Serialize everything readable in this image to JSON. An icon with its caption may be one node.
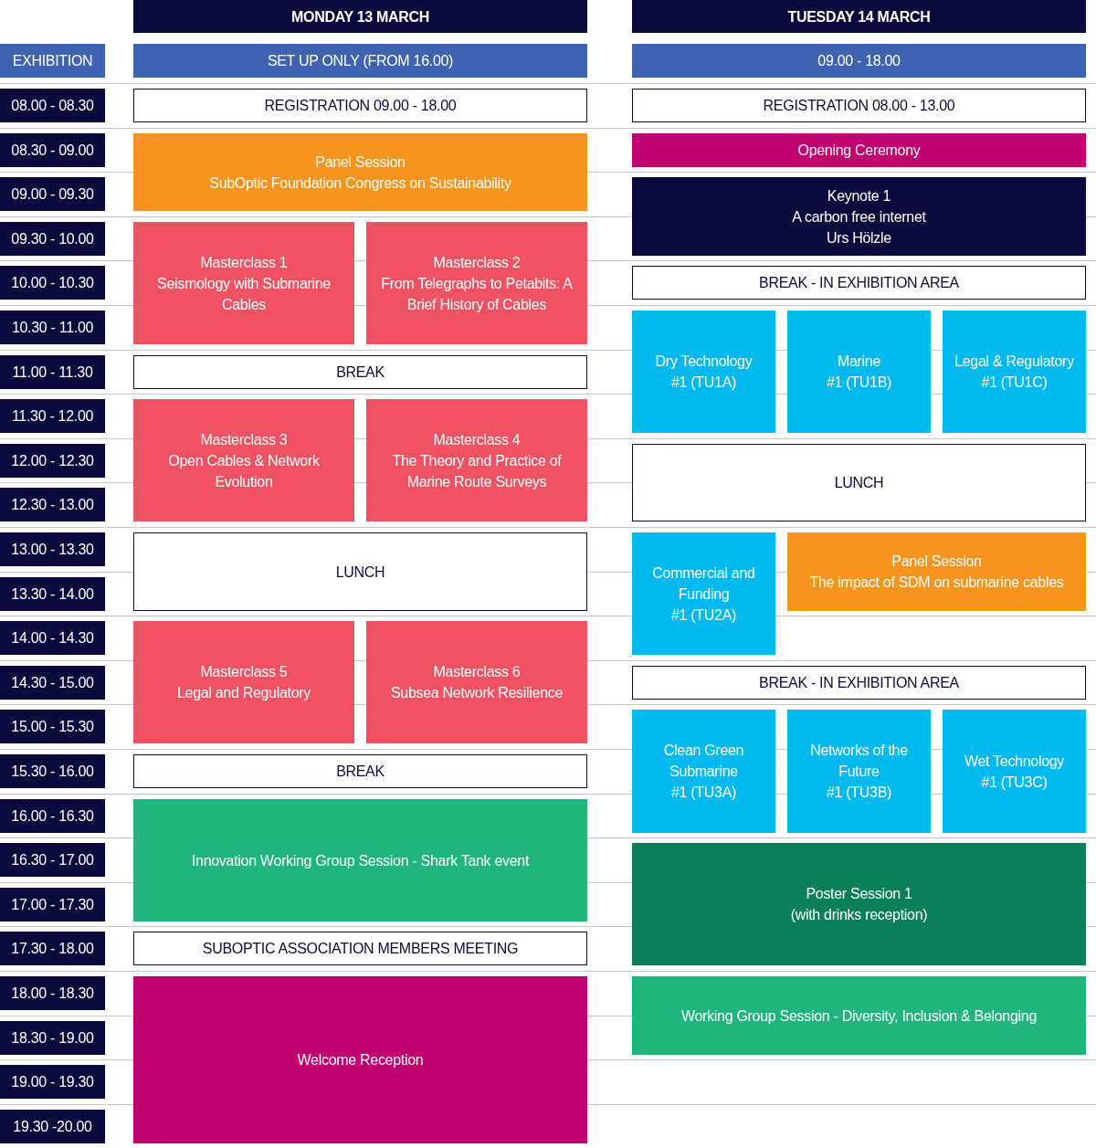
{
  "diagram": {
    "nodes": [
      {
        "text": [
          "MONDAY 13 MARCH"
        ]
      },
      {
        "text": [
          "TUESDAY 14 MARCH"
        ]
      },
      {
        "text": [
          "EXHIBITION"
        ]
      },
      {
        "text": [
          "SET UP ONLY (FROM 16.00)"
        ]
      },
      {
        "text": [
          "09.00 - 18.00"
        ]
      },
      {
        "text": [
          "08.00 - 08.30"
        ]
      },
      {
        "text": [
          "08.30 - 09.00"
        ]
      },
      {
        "text": [
          "09.00 - 09.30"
        ]
      },
      {
        "text": [
          "09.30 - 10.00"
        ]
      },
      {
        "text": [
          "10.00 - 10.30"
        ]
      },
      {
        "text": [
          "10.30 - 11.00"
        ]
      },
      {
        "text": [
          "11.00 - 11.30"
        ]
      },
      {
        "text": [
          "11.30 - 12.00"
        ]
      },
      {
        "text": [
          "12.00 - 12.30"
        ]
      },
      {
        "text": [
          "12.30 - 13.00"
        ]
      },
      {
        "text": [
          "13.00 - 13.30"
        ]
      },
      {
        "text": [
          "13.30 - 14.00"
        ]
      },
      {
        "text": [
          "14.00 - 14.30"
        ]
      },
      {
        "text": [
          "14.30 - 15.00"
        ]
      },
      {
        "text": [
          "15.00 - 15.30"
        ]
      },
      {
        "text": [
          "15.30 - 16.00"
        ]
      },
      {
        "text": [
          "16.00 - 16.30"
        ]
      },
      {
        "text": [
          "16.30 - 17.00"
        ]
      },
      {
        "text": [
          "17.00 - 17.30"
        ]
      },
      {
        "text": [
          "17.30 - 18.00"
        ]
      },
      {
        "text": [
          "18.00 - 18.30"
        ]
      },
      {
        "text": [
          "18.30 - 19.00"
        ]
      },
      {
        "text": [
          "19.00 - 19.30"
        ]
      },
      {
        "text": [
          "19.30 -20.00"
        ]
      },
      {
        "text": [
          "REGISTRATION 09.00 - 18.00"
        ]
      },
      {
        "text": [
          "Panel Session",
          "SubOptic Foundation Congress on Sustainability"
        ]
      },
      {
        "text": [
          "Masterclass 1",
          "Seismology with Submarine Cables"
        ]
      },
      {
        "text": [
          "Masterclass 2",
          "From Telegraphs to Petabits: A Brief History of Cables"
        ]
      },
      {
        "text": [
          "BREAK"
        ]
      },
      {
        "text": [
          "Masterclass 3",
          "Open Cables & Network Evolution"
        ]
      },
      {
        "text": [
          "Masterclass 4",
          "The Theory and Practice of Marine Route Surveys"
        ]
      },
      {
        "text": [
          "LUNCH"
        ]
      },
      {
        "text": [
          "Masterclass 5",
          "Legal and Regulatory"
        ]
      },
      {
        "text": [
          "Masterclass 6",
          "Subsea Network Resilience"
        ]
      },
      {
        "text": [
          "BREAK"
        ]
      },
      {
        "text": [
          "Innovation Working Group Session - Shark Tank event"
        ]
      },
      {
        "text": [
          "SUBOPTIC ASSOCIATION MEMBERS MEETING"
        ]
      },
      {
        "text": [
          "Welcome Reception"
        ]
      },
      {
        "text": [
          "REGISTRATION 08.00 - 13.00"
        ]
      },
      {
        "text": [
          "Opening Ceremony"
        ]
      },
      {
        "text": [
          "Keynote 1",
          "A carbon free internet",
          "Urs Hölzle"
        ]
      },
      {
        "text": [
          "BREAK - IN EXHIBITION AREA"
        ]
      },
      {
        "text": [
          "Dry Technology",
          "#1 (TU1A)"
        ]
      },
      {
        "text": [
          "Marine",
          "#1 (TU1B)"
        ]
      },
      {
        "text": [
          "Legal & Regulatory",
          "#1 (TU1C)"
        ]
      },
      {
        "text": [
          "LUNCH"
        ]
      },
      {
        "text": [
          "Commercial and Funding",
          "#1 (TU2A)"
        ]
      },
      {
        "text": [
          "Panel Session",
          "The impact of SDM on submarine cables"
        ]
      },
      {
        "text": [
          "BREAK - IN EXHIBITION AREA"
        ]
      },
      {
        "text": [
          "Clean Green Submarine",
          "#1 (TU3A)"
        ]
      },
      {
        "text": [
          "Networks of the Future",
          "#1 (TU3B)"
        ]
      },
      {
        "text": [
          "Wet Technology",
          "#1 (TU3C)"
        ]
      },
      {
        "text": [
          "Poster Session 1",
          "(with drinks reception)"
        ]
      },
      {
        "text": [
          "Working Group Session - Diversity, Inclusion & Belonging"
        ]
      }
    ]
  }
}
